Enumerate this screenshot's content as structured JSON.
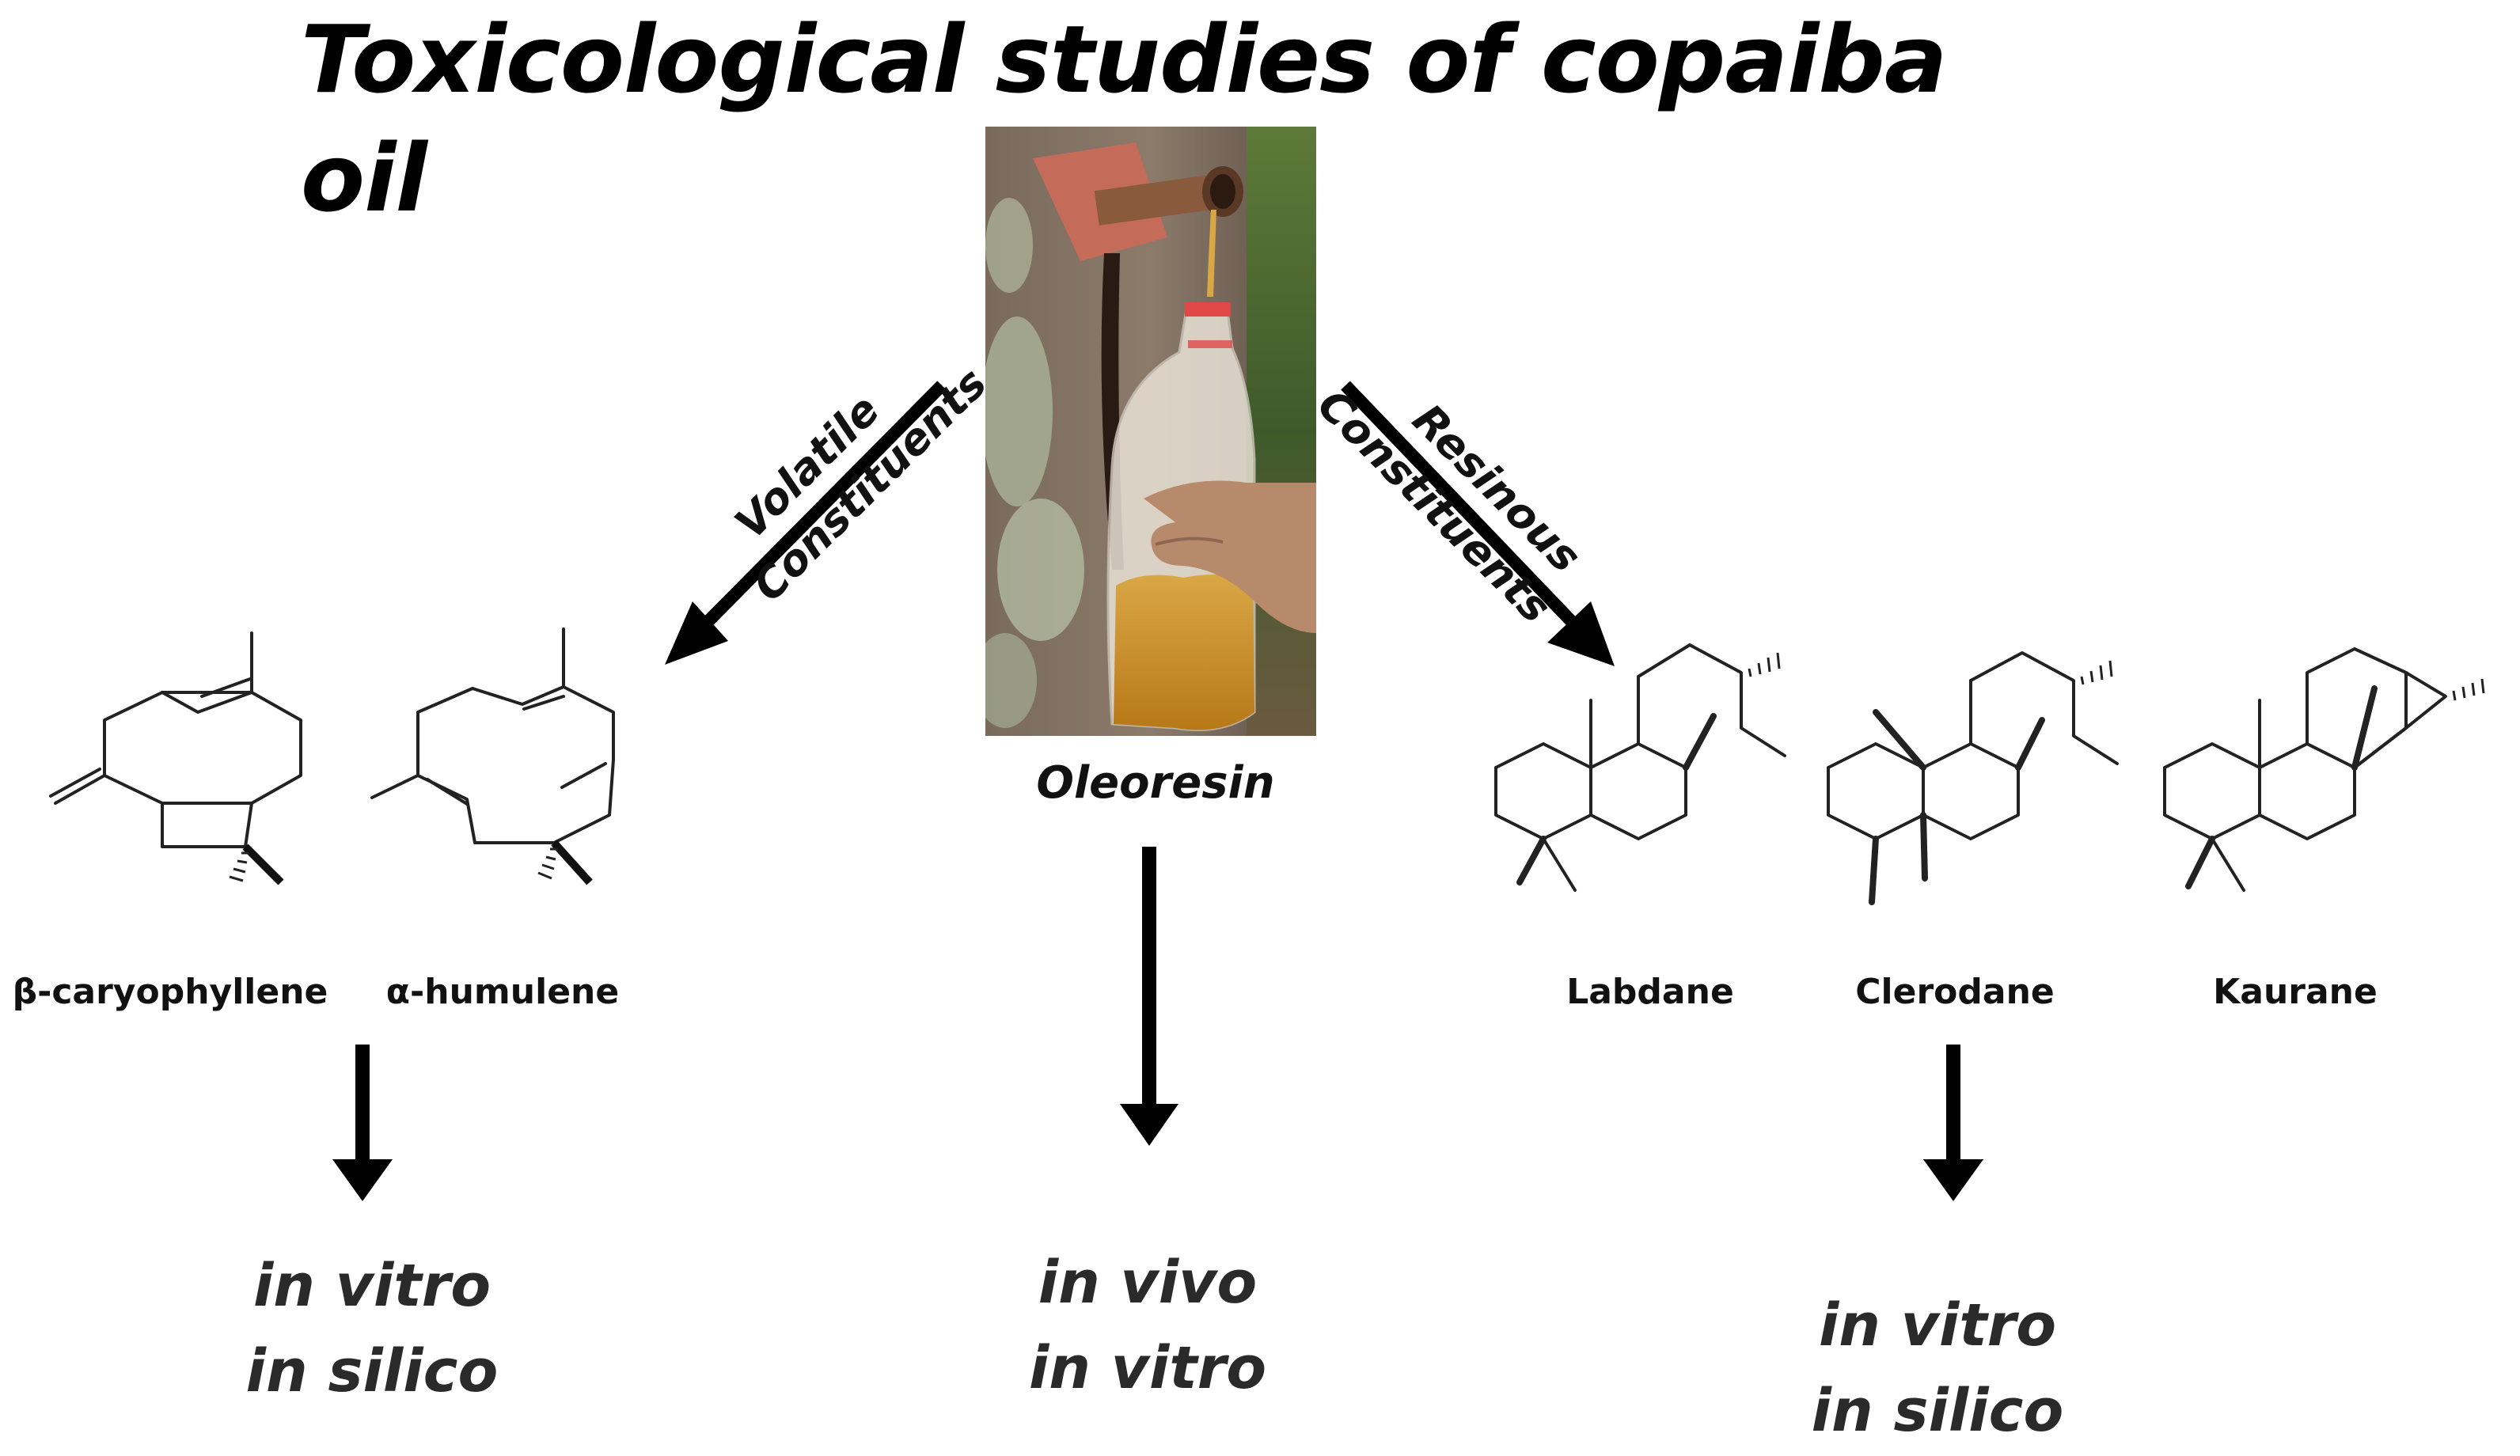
{
  "title": "Toxicological studies of copaiba oil",
  "center": {
    "label": "Oleoresin",
    "methods": [
      "in vivo",
      "in vitro"
    ]
  },
  "left_branch": {
    "arrow_label_line1": "Volatile",
    "arrow_label_line2": "Constituents",
    "compounds": [
      "β-caryophyllene",
      "α-humulene"
    ],
    "methods": [
      "in vitro",
      "in silico"
    ]
  },
  "right_branch": {
    "arrow_label_line1": "Resinous",
    "arrow_label_line2": "Constituents",
    "compounds": [
      "Labdane",
      "Clerodane",
      "Kaurane"
    ],
    "methods": [
      "in vitro",
      "in silico"
    ]
  }
}
